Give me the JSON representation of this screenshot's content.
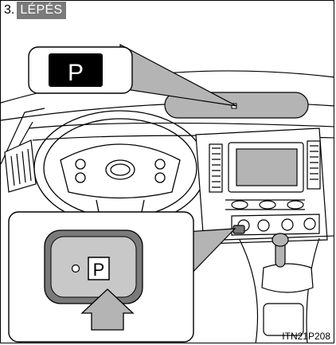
{
  "step": {
    "number": "3.",
    "word": "LÉPÉS"
  },
  "indicator_letter": "P",
  "button_letter": "P",
  "figure_code": "ITN21P208",
  "colors": {
    "panel_gray": "#b4b4b4",
    "outline": "#000000",
    "callout_fill": "#ffffff"
  },
  "icons": [
    "p-indicator-icon",
    "p-button-icon",
    "press-arrow-icon"
  ]
}
